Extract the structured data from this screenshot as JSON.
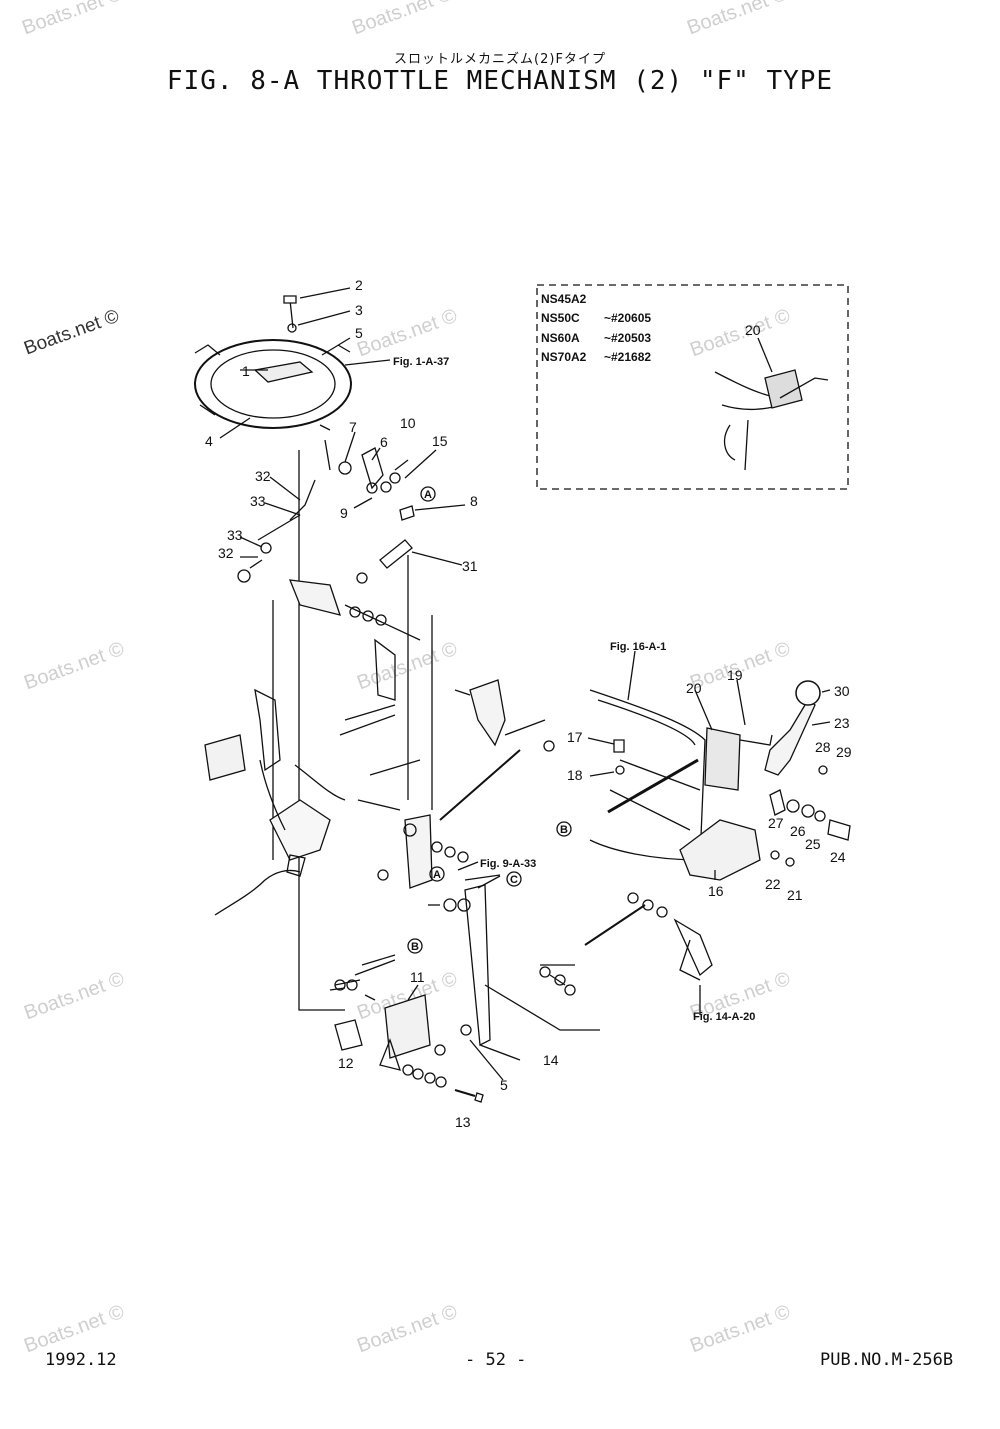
{
  "header": {
    "subtitle_jp": "スロットルメカニズム(2)Fタイプ",
    "title": "FIG.  8-A THROTTLE MECHANISM (2) \"F\" TYPE"
  },
  "watermark": "Boats.net ©",
  "inset": {
    "models": [
      {
        "model": "NS45A2",
        "serial": ""
      },
      {
        "model": "NS50C",
        "serial": "~#20605"
      },
      {
        "model": "NS60A",
        "serial": "~#20503"
      },
      {
        "model": "NS70A2",
        "serial": "~#21682"
      }
    ],
    "part": "20"
  },
  "references": {
    "fig_1a37": "Fig. 1-A-37",
    "fig_16a1": "Fig. 16-A-1",
    "fig_9a33": "Fig. 9-A-33",
    "fig_14a20": "Fig. 14-A-20"
  },
  "circle_labels": {
    "a": "A",
    "b": "B",
    "c": "C"
  },
  "callouts": [
    "1",
    "2",
    "3",
    "4",
    "5",
    "6",
    "7",
    "8",
    "9",
    "10",
    "11",
    "12",
    "13",
    "14",
    "15",
    "16",
    "17",
    "18",
    "19",
    "20",
    "21",
    "22",
    "23",
    "24",
    "25",
    "26",
    "27",
    "28",
    "29",
    "30",
    "31",
    "32",
    "33"
  ],
  "footer": {
    "date": "1992.12",
    "page": "- 52 -",
    "pub": "PUB.NO.M-256B"
  }
}
